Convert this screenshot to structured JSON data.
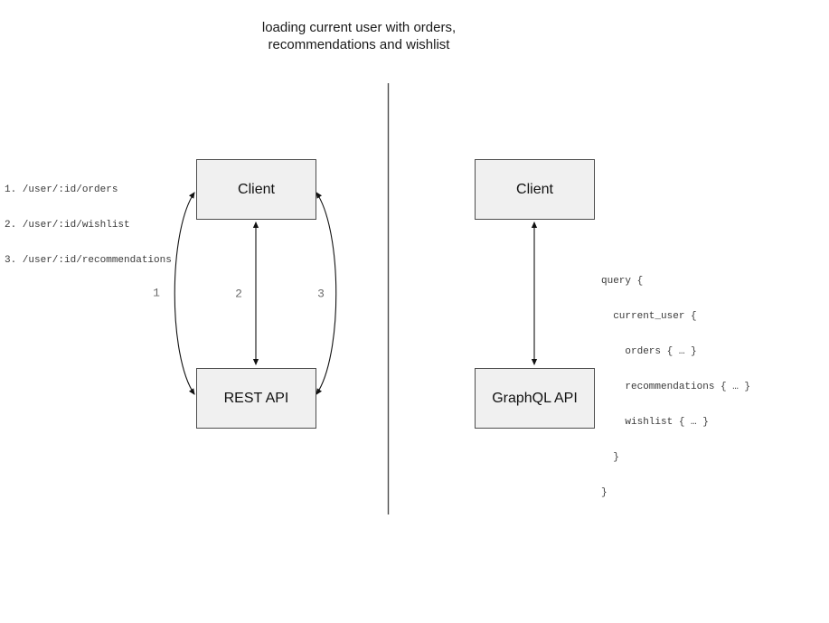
{
  "title": {
    "line1": "loading current user with orders,",
    "line2": "recommendations and wishlist"
  },
  "left_panel": {
    "endpoints": [
      "1. /user/:id/orders",
      "2. /user/:id/wishlist",
      "3. /user/:id/recommendations"
    ],
    "client_label": "Client",
    "api_label": "REST API",
    "arrow_labels": [
      "1",
      "2",
      "3"
    ]
  },
  "right_panel": {
    "client_label": "Client",
    "api_label": "GraphQL API",
    "query_lines": [
      "query {",
      "  current_user {",
      "    orders { … }",
      "    recommendations { … }",
      "    wishlist { … }",
      "  }",
      "}"
    ]
  },
  "colors": {
    "box_fill": "#f0f0f0",
    "box_border": "#4d4d4d",
    "arrow": "#111111",
    "divider": "#4d4d4d",
    "number_label": "#6b6b6b",
    "code_text": "#3a3a3a",
    "title_text": "#1a1a1a"
  }
}
